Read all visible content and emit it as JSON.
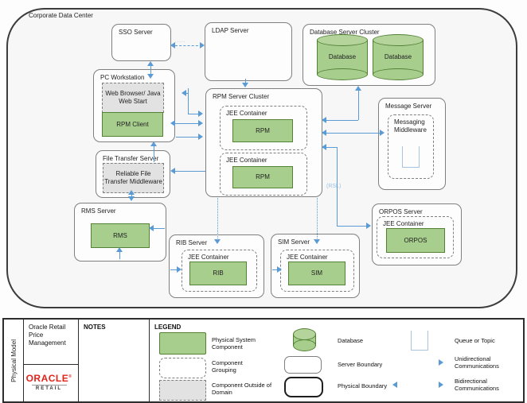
{
  "diagram": {
    "title": "Corporate Data Center",
    "nodes": {
      "sso": "SSO Server",
      "ldap": "LDAP Server",
      "db_cluster": "Database Server Cluster",
      "database": "Database",
      "pc_workstation": "PC Workstation",
      "web_browser": "Web Browser/ Java Web Start",
      "rpm_client": "RPM Client",
      "rpm_cluster": "RPM Server Cluster",
      "jee_container": "JEE Container",
      "rpm": "RPM",
      "message_server": "Message Server",
      "messaging_middleware": "Messaging Middleware",
      "file_transfer_server": "File Transfer Server",
      "reliable_file_transfer_middleware": "Reliable File Transfer Middleware",
      "rms_server": "RMS Server",
      "rms": "RMS",
      "rib_server": "RIB Server",
      "rib": "RIB",
      "sim_server": "SIM Server",
      "sim": "SIM",
      "orpos_server": "ORPOS Server",
      "orpos": "ORPOS"
    },
    "connection_labels": {
      "rsl": "(RSL)",
      "sso_ldap": "·····"
    }
  },
  "footer": {
    "sidebar": "Physical Model",
    "document_title": "Oracle Retail Price Management",
    "notes_label": "NOTES",
    "legend_label": "LEGEND",
    "logo": {
      "primary": "ORACLE",
      "registered": "®",
      "secondary": "RETAIL"
    },
    "legend": {
      "physical_system_component": "Physical System Component",
      "component_grouping": "Component Grouping",
      "component_outside_of_domain": "Component Outside of Domain",
      "database": "Database",
      "server_boundary": "Server Boundary",
      "physical_boundary": "Physical Boundary",
      "queue_or_topic": "Queue or Topic",
      "unidirectional": "Unidirectional Communications",
      "bidirectional": "Bidirectional Communications"
    }
  },
  "colors": {
    "component_green": "#a8ce8e",
    "green_border": "#538135",
    "arrow_blue": "#5b9bd5",
    "oracle_red": "#e2231a",
    "outside_domain_gray": "#e2e2e2"
  }
}
